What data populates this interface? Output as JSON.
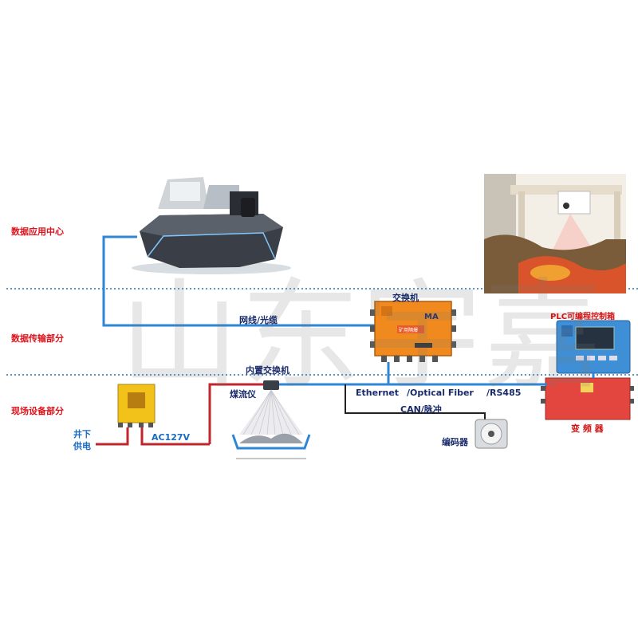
{
  "layers": {
    "app_center": "数据应用中心",
    "transmission": "数据传输部分",
    "field_devices": "现场设备部分"
  },
  "labels": {
    "switch": "交换机",
    "network_cable": "网线/光缆",
    "builtin_switch": "内置交换机",
    "coal_flow_meter": "煤流仪",
    "ethernet": "Ethernet",
    "optical_fiber": "/Optical Fiber",
    "rs485": "/RS485",
    "can_pulse": "CAN/脉冲",
    "encoder": "编码器",
    "underground_power_line1": "井下",
    "underground_power_line2": "供电",
    "ac127v": "AC127V",
    "plc_box": "PLC可编程控制箱",
    "inverter": "变 频 器",
    "ma_mark": "MA",
    "switch_plate": "矿用隔爆"
  },
  "watermark": "山东宇嘉",
  "colors": {
    "layer_label": "#e0141c",
    "blue_line": "#2e86d4",
    "red_line": "#c0262c",
    "black_line": "#222222",
    "dotted": "#2e6fb0",
    "switch_orange": "#f08a1e",
    "plc_blue": "#3f8fd6",
    "inverter_red": "#e2463e",
    "junction_yellow": "#f2c21a"
  }
}
